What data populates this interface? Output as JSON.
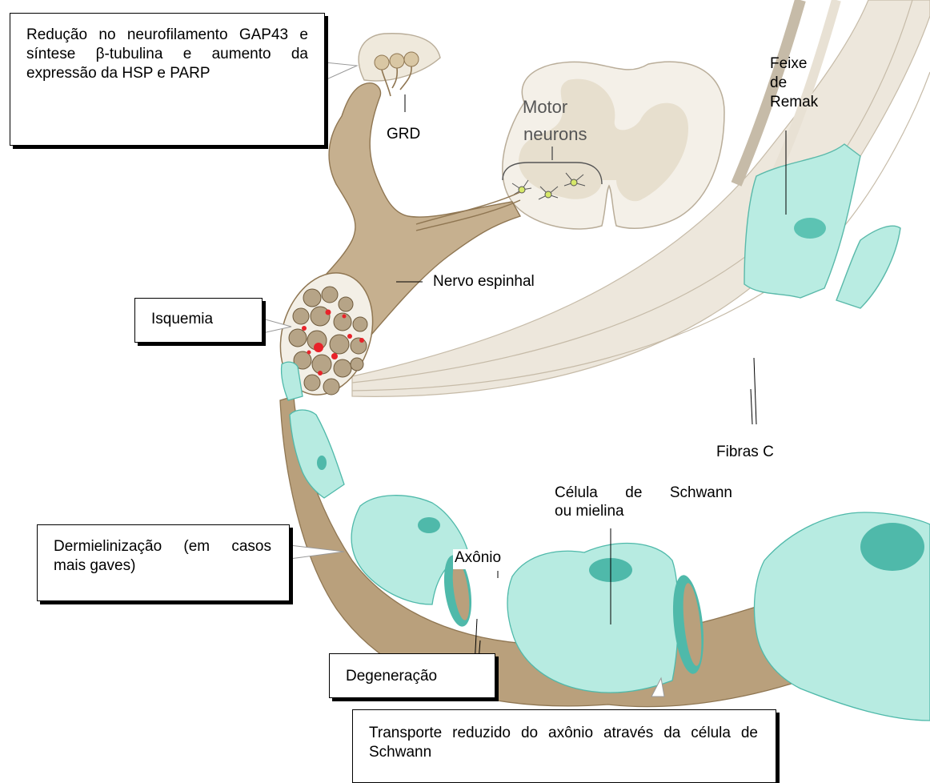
{
  "callouts": {
    "reducao": "Redução no neurofilamento GAP43 e síntese β-tubulina e aumento da expressão da HSP e PARP",
    "isquemia": "Isquemia",
    "dermielinizacao": "Dermielinização (em casos mais gaves)",
    "degeneracao": "Degeneração",
    "transporte": "Transporte reduzido do axônio através da célula de Schwann"
  },
  "labels": {
    "grd": "GRD",
    "motor_line1": "Motor",
    "motor_line2": "neurons",
    "feixe_line1": "Feixe",
    "feixe_line2": "de",
    "feixe_line3": "Remak",
    "nervo": "Nervo espinhal",
    "fibras": "Fibras C",
    "celula_line1": "Célula de Schwann",
    "celula_line2": "ou mielina",
    "axonio": "Axônio"
  },
  "colors": {
    "nerve": "#c9b596",
    "nerve_dark": "#9c8462",
    "schwann": "#b7ebe1",
    "schwann_dark": "#4fb9aa",
    "axon": "#b9a07c",
    "cord": "#f3efe6",
    "cord_gray": "#e5dccb",
    "fiber": "#efeae0"
  }
}
